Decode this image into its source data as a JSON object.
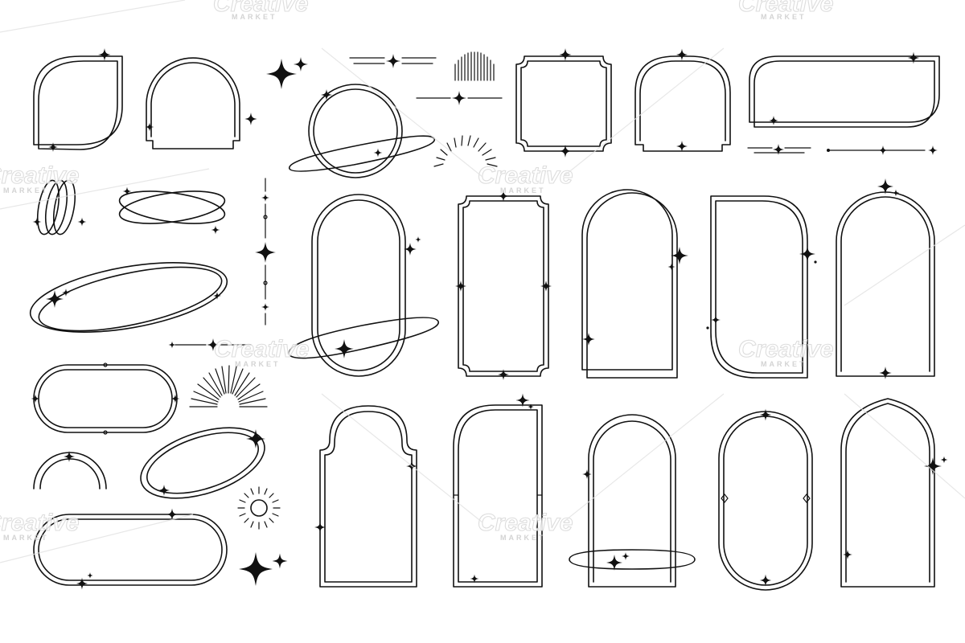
{
  "watermark": {
    "brand": "Creative",
    "sub": "MARKET"
  },
  "colors": {
    "ink": "#111111",
    "background": "#ffffff",
    "watermark": "#d8d8d8"
  },
  "elements": [
    "leaf-frame",
    "arch-frame",
    "star-cluster",
    "divider-ornament",
    "sunrise-rays",
    "planet-ring-circle",
    "notched-square-frame",
    "rounded-arch-frame",
    "wide-rounded-frame",
    "orbit-loops",
    "double-orbit",
    "vertical-divider",
    "large-orbit-ellipse",
    "tall-pill-frame",
    "notched-tall-frame",
    "tall-arch-frame",
    "half-rounded-frame",
    "tall-arch-frame-2",
    "capsule-frame",
    "half-sun",
    "arc",
    "tilted-ellipse",
    "sun-burst",
    "long-capsule",
    "sparkle-pair",
    "scalloped-arch",
    "half-round-door",
    "ringed-arch",
    "oval-arch",
    "pointed-arch"
  ]
}
